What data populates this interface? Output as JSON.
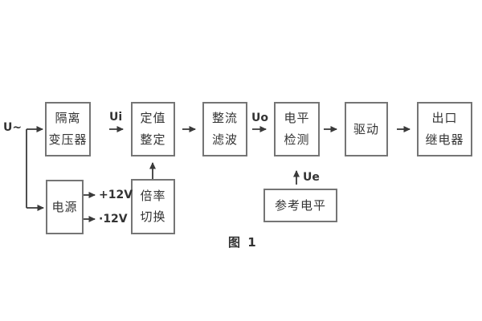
{
  "diagram": {
    "caption": "图 1",
    "input_label": "U~",
    "signals": {
      "ui": "Ui",
      "uo": "Uo",
      "ue": "Ue"
    },
    "power_outputs": {
      "positive": "+12V",
      "negative": "·12V"
    },
    "blocks": {
      "isolation_transformer": {
        "line1": "隔离",
        "line2": "变压器"
      },
      "setting_adjust": {
        "line1": "定值",
        "line2": "整定"
      },
      "rectify_filter": {
        "line1": "整流",
        "line2": "滤波"
      },
      "level_detect": {
        "line1": "电平",
        "line2": "检测"
      },
      "drive": {
        "label": "驱动"
      },
      "output_relay": {
        "line1": "出口",
        "line2": "继电器"
      },
      "power_supply": {
        "label": "电源"
      },
      "ratio_switch": {
        "line1": "倍率",
        "line2": "切换"
      },
      "reference_level": {
        "label": "参考电平"
      }
    },
    "colors": {
      "background": "#ffffff",
      "box_border": "#757575",
      "line": "#3a3a3a",
      "text": "#333333"
    }
  }
}
